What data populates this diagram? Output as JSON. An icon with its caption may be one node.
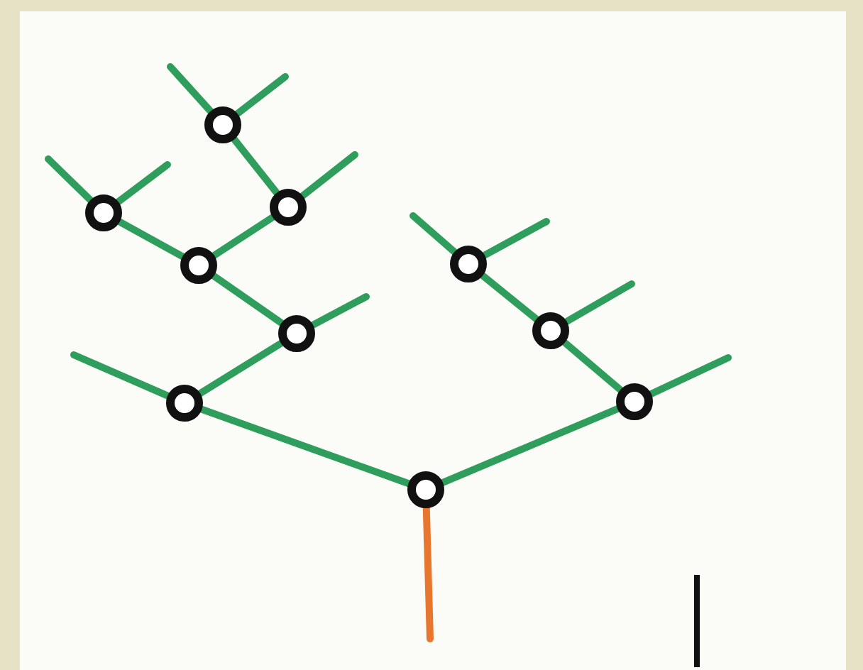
{
  "diagram": {
    "nodes": [
      {
        "text": [],
        "shape": "circle"
      },
      {
        "text": [],
        "shape": "circle"
      },
      {
        "text": [],
        "shape": "circle"
      },
      {
        "text": [],
        "shape": "circle"
      },
      {
        "text": [],
        "shape": "circle"
      },
      {
        "text": [],
        "shape": "circle"
      },
      {
        "text": [],
        "shape": "circle"
      },
      {
        "text": [],
        "shape": "circle"
      },
      {
        "text": [],
        "shape": "circle"
      },
      {
        "text": [],
        "shape": "circle"
      }
    ],
    "edges": [
      {
        "from": 9,
        "to": 8,
        "arrow": "none"
      },
      {
        "from": 9,
        "to": 7,
        "arrow": "none"
      },
      {
        "from": 9,
        "to": null,
        "arrow": "none",
        "color": "#e8762e"
      },
      {
        "from": 8,
        "to": 6,
        "arrow": "none"
      },
      {
        "from": 8,
        "to": null,
        "arrow": "none"
      },
      {
        "from": 6,
        "to": 4,
        "arrow": "none"
      },
      {
        "from": 6,
        "to": null,
        "arrow": "none"
      },
      {
        "from": 4,
        "to": 2,
        "arrow": "none"
      },
      {
        "from": 4,
        "to": 1,
        "arrow": "none"
      },
      {
        "from": 2,
        "to": null,
        "arrow": "none"
      },
      {
        "from": 2,
        "to": null,
        "arrow": "none"
      },
      {
        "from": 1,
        "to": 0,
        "arrow": "none"
      },
      {
        "from": 1,
        "to": null,
        "arrow": "none"
      },
      {
        "from": 0,
        "to": null,
        "arrow": "none"
      },
      {
        "from": 0,
        "to": null,
        "arrow": "none"
      },
      {
        "from": 7,
        "to": 5,
        "arrow": "none"
      },
      {
        "from": 7,
        "to": null,
        "arrow": "none"
      },
      {
        "from": 5,
        "to": 3,
        "arrow": "none"
      },
      {
        "from": 5,
        "to": null,
        "arrow": "none"
      },
      {
        "from": 3,
        "to": null,
        "arrow": "none"
      },
      {
        "from": 3,
        "to": null,
        "arrow": "none"
      }
    ]
  }
}
